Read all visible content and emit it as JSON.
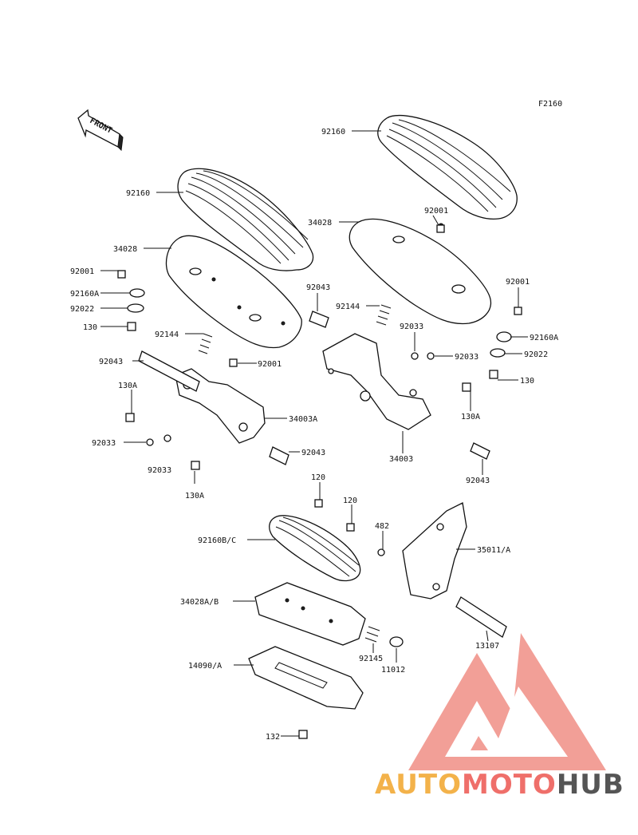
{
  "diagram": {
    "code": "F2160",
    "front_label": "FRONT",
    "labels": {
      "l_92160_left": "92160",
      "l_34028_left": "34028",
      "l_92001_left_a": "92001",
      "l_92160A_left": "92160A",
      "l_92022_left": "92022",
      "l_130_left": "130",
      "l_92144_left": "92144",
      "l_92001_left_b": "92001",
      "l_92043_left_a": "92043",
      "l_130A_left_a": "130A",
      "l_34003A": "34003A",
      "l_92033_left_a": "92033",
      "l_92033_left_b": "92033",
      "l_92043_left_b": "92043",
      "l_130A_left_b": "130A",
      "l_92160_right": "92160",
      "l_92001_right_a": "92001",
      "l_34028_right": "34028",
      "l_92043_right_a": "92043",
      "l_92144_right": "92144",
      "l_92033_right_a": "92033",
      "l_92033_right_b": "92033",
      "l_92001_right_b": "92001",
      "l_92160A_right": "92160A",
      "l_92022_right": "92022",
      "l_130_right": "130",
      "l_130A_right": "130A",
      "l_34003": "34003",
      "l_92043_right_b": "92043",
      "l_120_a": "120",
      "l_120_b": "120",
      "l_482": "482",
      "l_35011A": "35011/A",
      "l_92160BC": "92160B/C",
      "l_34028AB": "34028A/B",
      "l_13107": "13107",
      "l_92145": "92145",
      "l_11012": "11012",
      "l_14090A": "14090/A",
      "l_132": "132"
    }
  },
  "watermark": {
    "part1": "AUTO",
    "part2": "MOTO",
    "part3": "HUB",
    "color_light": "#f3b24a",
    "color_red": "#ef6f6a",
    "color_dark": "#555555"
  }
}
